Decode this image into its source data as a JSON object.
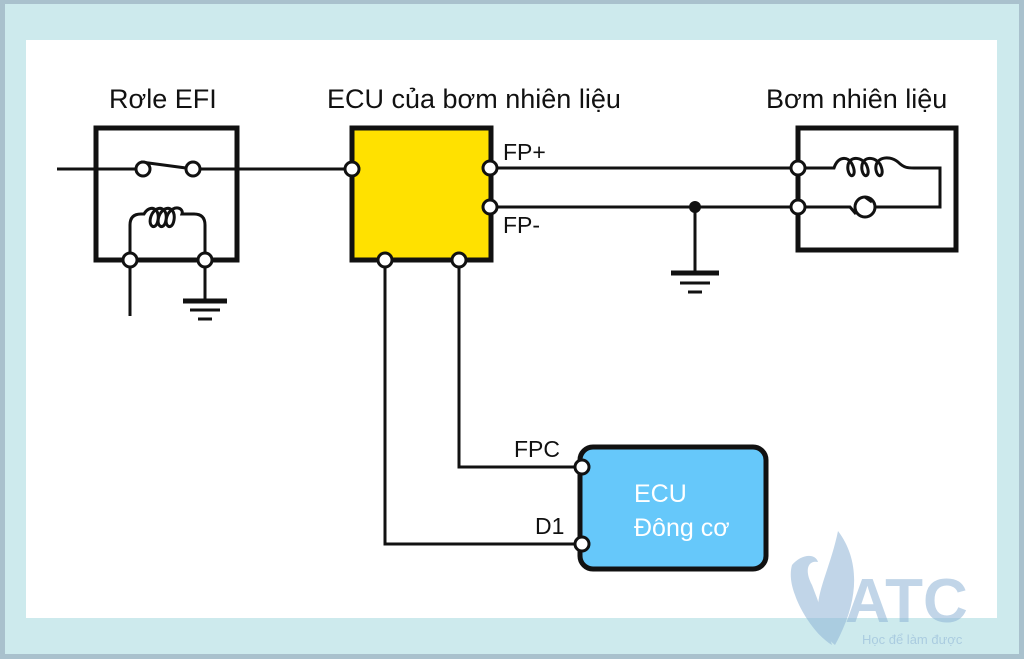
{
  "diagram": {
    "blocks": {
      "relay": {
        "title": "Rơle EFI"
      },
      "pump_ecu": {
        "title": "ECU của bơm nhiên liệu",
        "fill": "#ffe100"
      },
      "pump": {
        "title": "Bơm nhiên liệu"
      },
      "engine_ecu": {
        "line1": "ECU",
        "line2": "Đông cơ",
        "fill": "#66c8fa"
      }
    },
    "pins": {
      "fp_plus": "FP+",
      "fp_minus": "FP-",
      "fpc": "FPC",
      "d1": "D1"
    },
    "connections": [
      {
        "from": "power-input",
        "to": "relay-switch"
      },
      {
        "from": "relay-switch",
        "to": "pump_ecu"
      },
      {
        "from": "pump_ecu.FP+",
        "to": "pump.coil"
      },
      {
        "from": "pump_ecu.FP-",
        "to": "pump.motor"
      },
      {
        "from": "pump_ecu.FP-",
        "to": "ground"
      },
      {
        "from": "pump_ecu",
        "to": "engine_ecu.FPC"
      },
      {
        "from": "pump_ecu",
        "to": "engine_ecu.D1"
      },
      {
        "from": "relay.coil",
        "to": "ground"
      }
    ]
  },
  "watermark": {
    "brand": "ATC",
    "tagline": "Học để làm được",
    "color": "#8fb4d6"
  }
}
